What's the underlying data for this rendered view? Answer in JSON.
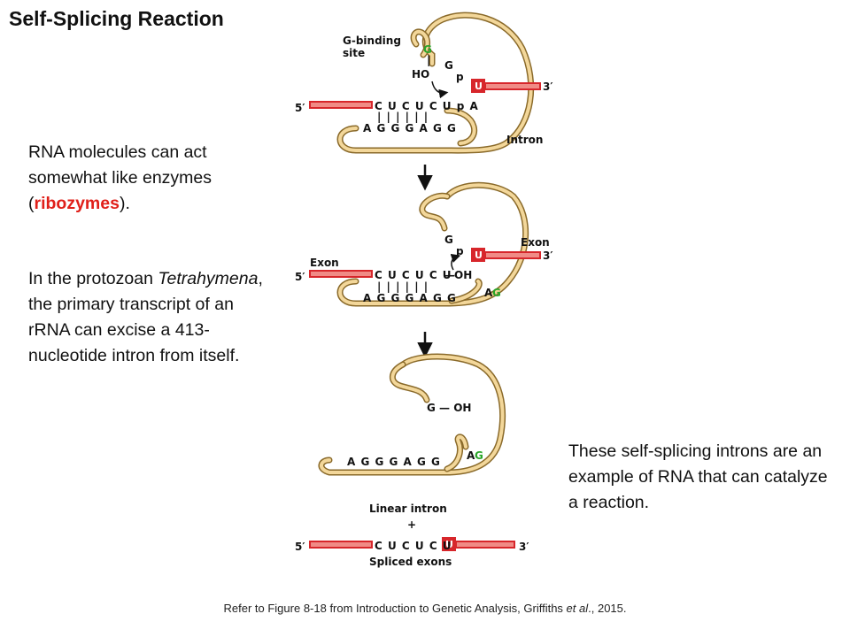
{
  "slide": {
    "title": "Self-Splicing Reaction",
    "para1": {
      "before": "RNA molecules can act somewhat like enzymes (",
      "highlight": "ribozymes",
      "after": ")."
    },
    "para2": {
      "before": "In the protozoan ",
      "italic": "Tetrahymena",
      "after": ", the primary transcript of an rRNA can excise a 413-nucleotide intron from itself."
    },
    "para3": "These self-splicing introns are an example of RNA that can catalyze a reaction.",
    "footnote": {
      "before": "Refer to Figure 8-18 from Introduction to Genetic Analysis, Griffiths ",
      "italic": "et al",
      "after": "., 2015."
    }
  },
  "diagram": {
    "g_binding_site": "G-binding site",
    "g_binding_line1": "G-binding",
    "g_binding_line2": "site",
    "five_prime": "5′",
    "three_prime": "3′",
    "intron_label": "Intron",
    "exon_label": "Exon",
    "g": "G",
    "ho": "HO",
    "oh": "OH",
    "p": "p",
    "u": "U",
    "ag_a": "A",
    "seq_top1": "C U C U C U p A",
    "seq_top2": "C U C U C U",
    "bonds": "| | | | | |",
    "seq_bottom": "A G G G A G G",
    "g_oh": "G — OH",
    "linear_intron": "Linear intron",
    "plus": "+",
    "spliced_exons": "Spliced exons",
    "seq_final": "C U C U C U",
    "colors": {
      "rna_fill": "#f3d79a",
      "rna_outline": "#8a6a2a",
      "exon_red": "#d7262b",
      "g_green": "#2aa52a"
    }
  }
}
